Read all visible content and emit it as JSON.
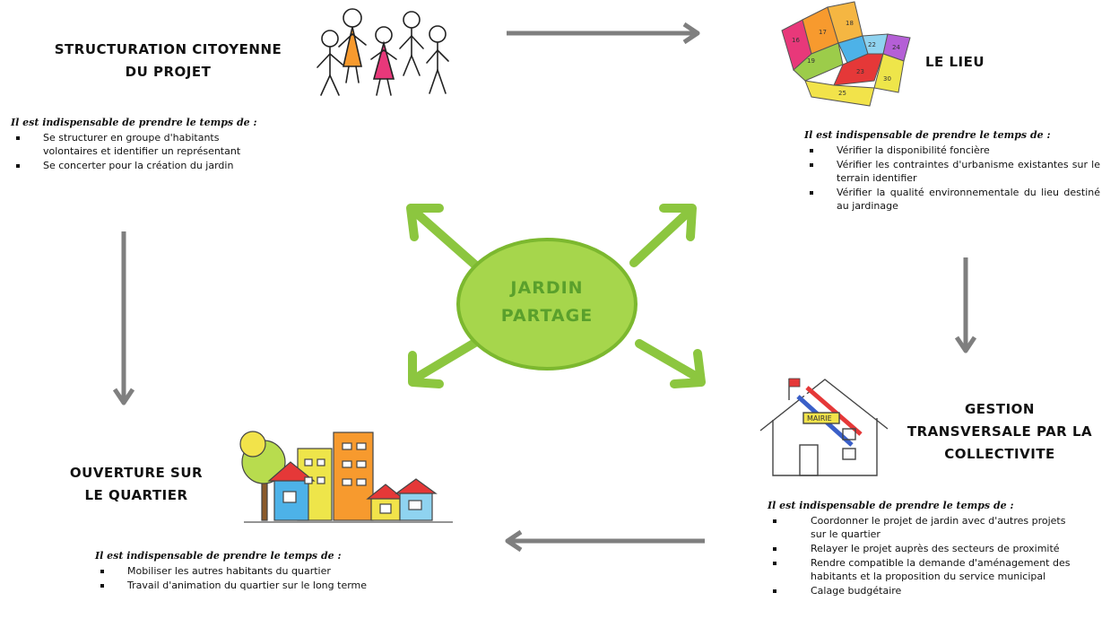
{
  "center": {
    "line1": "JARDIN",
    "line2": "PARTAGE"
  },
  "sections": {
    "top_left": {
      "title_line1": "STRUCTURATION CITOYENNE",
      "title_line2": "DU PROJET",
      "intro": "Il est indispensable de prendre le temps de :",
      "bullets": [
        "Se structurer en groupe d'habitants volontaires et identifier un représentant",
        "Se concerter pour la création du jardin"
      ]
    },
    "top_right": {
      "title": "LE LIEU",
      "intro": "Il est indispensable de prendre le temps de :",
      "bullets": [
        "Vérifier la disponibilité foncière",
        "Vérifier les contraintes d'urbanisme existantes sur le terrain identifier",
        "Vérifier la qualité environnementale du lieu destiné au jardinage"
      ]
    },
    "bottom_right": {
      "title_line1": "GESTION",
      "title_line2": "TRANSVERSALE PAR LA",
      "title_line3": "COLLECTIVITE",
      "mairie_label": "MAIRIE",
      "intro": "Il est indispensable de prendre le temps de :",
      "bullets": [
        "Coordonner le projet de jardin avec d'autres projets sur le quartier",
        "Relayer le projet auprès des secteurs de proximité",
        "Rendre compatible la demande d'aménagement des habitants et la proposition du service municipal",
        "Calage budgétaire"
      ]
    },
    "bottom_left": {
      "title_line1": "OUVERTURE SUR",
      "title_line2": "LE QUARTIER",
      "intro": "Il est indispensable de prendre le temps de :",
      "bullets": [
        "Mobiliser les autres habitants du quartier",
        "Travail d'animation du quartier sur le long terme"
      ]
    }
  },
  "map_plot_numbers": [
    "16",
    "17",
    "18",
    "19",
    "22",
    "23",
    "24",
    "25",
    "30"
  ],
  "colors": {
    "green_arrow": "#8cc63f",
    "ellipse_fill": "#a6d64c",
    "ellipse_stroke": "#7cb82f",
    "center_text": "#5aa02c",
    "gray_arrow": "#7f7f7f"
  }
}
